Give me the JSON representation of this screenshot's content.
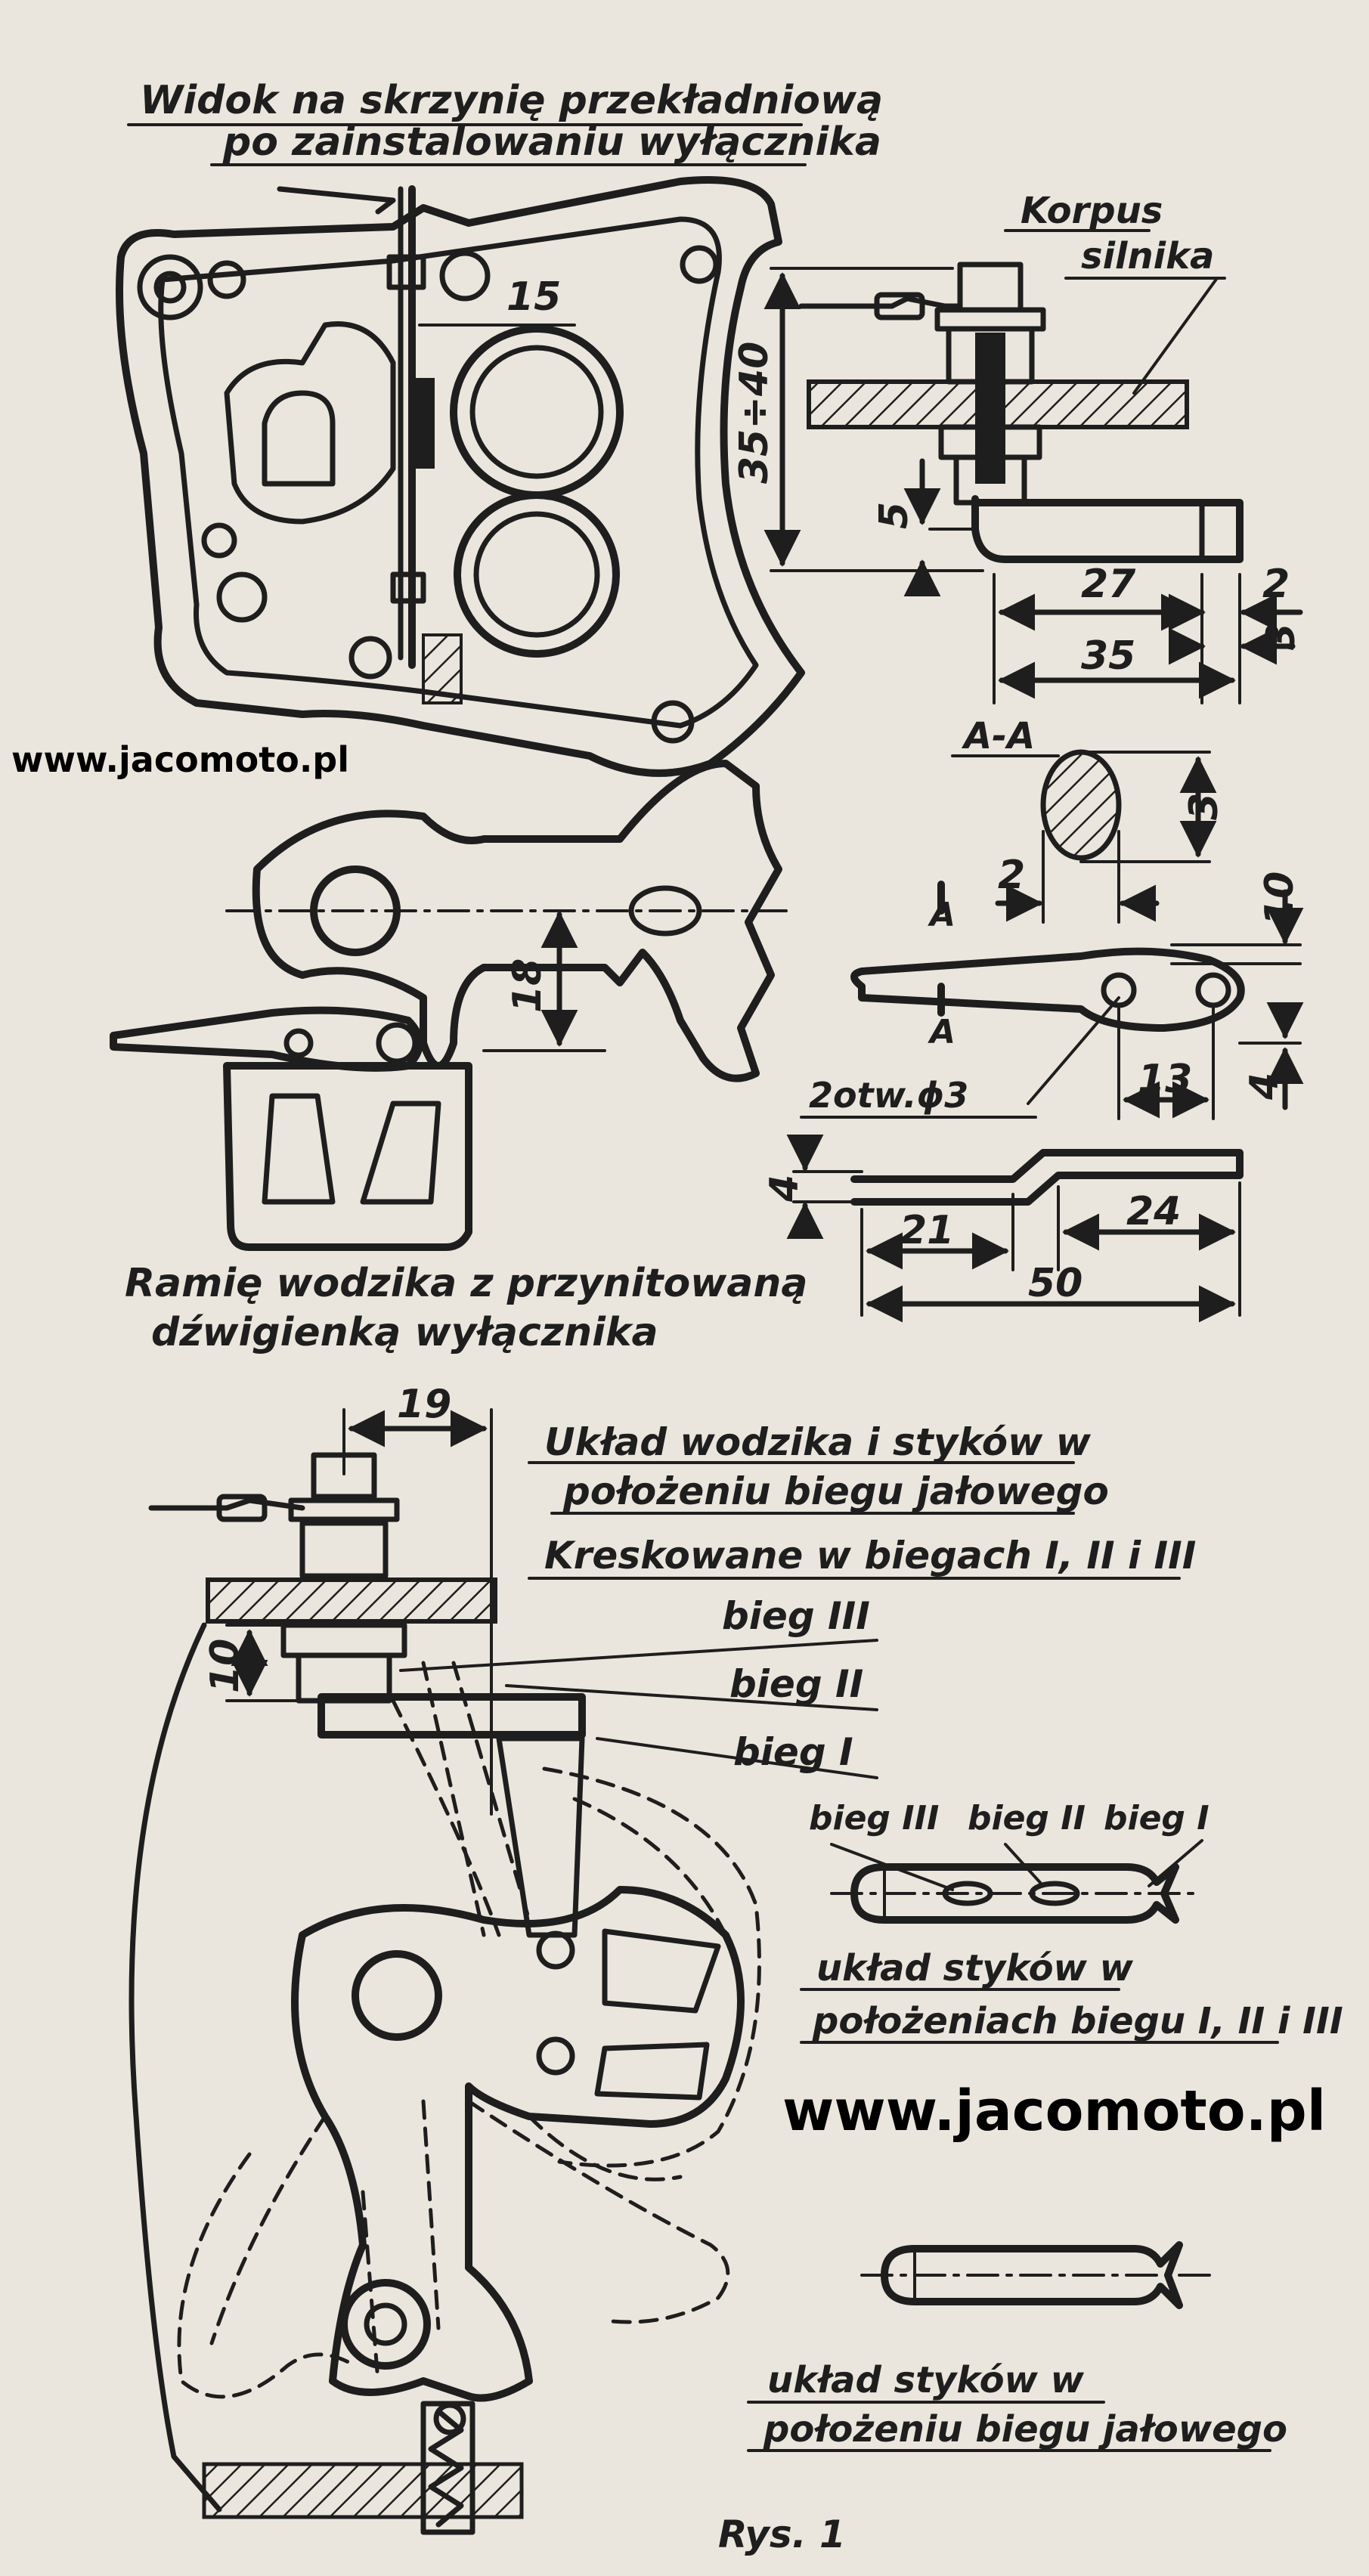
{
  "view_title": {
    "line1": "Widok na skrzynię przekładniową",
    "line2": "po zainstalowaniu wyłącznika"
  },
  "arm_caption": {
    "line1": "Ramię wodzika z przynitowaną",
    "line2": "dźwigienką wyłącznika"
  },
  "engine_body": {
    "line1": "Korpus",
    "line2": "silnika"
  },
  "section_label": "A-A",
  "section_mark": "A",
  "holes_label": "2otw.ϕ3",
  "neutral_caption": {
    "line1": "Układ wodzika i styków w",
    "line2": "położeniu biegu jałowego"
  },
  "hatched_note": "Kreskowane w biegach I, II i III",
  "gears": {
    "gear3": "bieg III",
    "gear2": "bieg II",
    "gear1": "bieg I"
  },
  "contacts_gears_caption": {
    "line1": "układ styków w",
    "line2": "położeniach biegu I, II i III"
  },
  "contacts_neutral_caption": {
    "line1": "układ styków w",
    "line2": "położeniu biegu jałowego"
  },
  "figure_label": "Rys. 1",
  "watermark_left": "www.jacomoto.pl",
  "watermark_right": "www.jacomoto.pl",
  "dimensions": {
    "d15": "15",
    "d35_40": "35÷40",
    "d5": "5",
    "d27": "27",
    "d2_top": "2",
    "d3_top": "3",
    "d35": "35",
    "d3_section": "3",
    "d2_section": "2",
    "d10_lever": "10",
    "d13": "13",
    "d4_lever": "4",
    "d18": "18",
    "d4_flat": "4",
    "d21": "21",
    "d24": "24",
    "d50": "50",
    "d19": "19",
    "d10_bottom": "10"
  }
}
